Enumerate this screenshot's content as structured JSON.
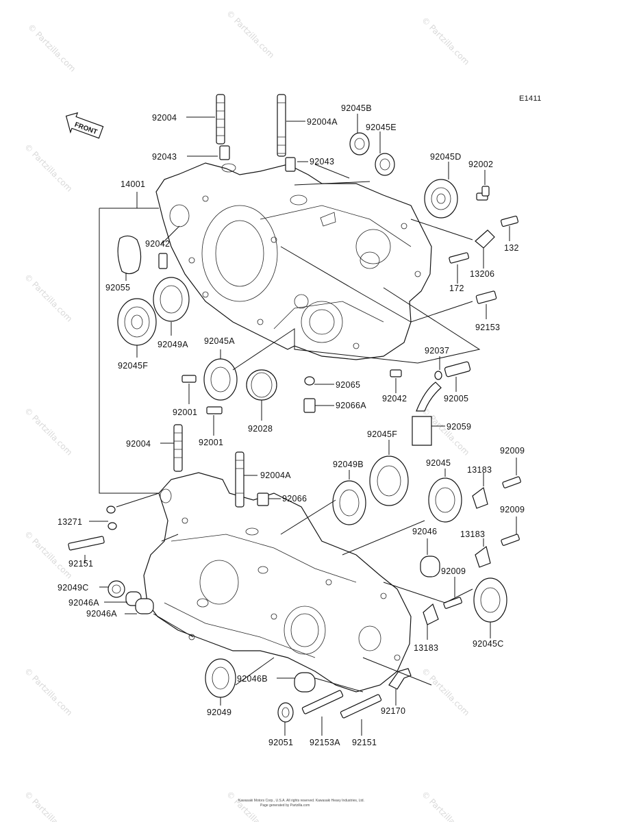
{
  "diagram_code": "E1411",
  "front_label": "FRONT",
  "watermark": "© Partzilla.com",
  "copyright_line1": "Kawasaki Motors Corp., U.S.A. All rights reserved. Kawasaki Heavy Industries, Ltd.",
  "copyright_line2": "Page generated by Partzilla.com",
  "labels": [
    {
      "id": "l1",
      "text": "92004"
    },
    {
      "id": "l2",
      "text": "92004A"
    },
    {
      "id": "l3",
      "text": "92045B"
    },
    {
      "id": "l4",
      "text": "92045E"
    },
    {
      "id": "l5",
      "text": "92043"
    },
    {
      "id": "l6",
      "text": "92043"
    },
    {
      "id": "l7",
      "text": "92045D"
    },
    {
      "id": "l8",
      "text": "92002"
    },
    {
      "id": "l9",
      "text": "14001"
    },
    {
      "id": "l10",
      "text": "132"
    },
    {
      "id": "l11",
      "text": "92042"
    },
    {
      "id": "l12",
      "text": "13206"
    },
    {
      "id": "l13",
      "text": "92055"
    },
    {
      "id": "l14",
      "text": "172"
    },
    {
      "id": "l15",
      "text": "92153"
    },
    {
      "id": "l16",
      "text": "92049A"
    },
    {
      "id": "l17",
      "text": "92045A"
    },
    {
      "id": "l18",
      "text": "92045F"
    },
    {
      "id": "l19",
      "text": "92037"
    },
    {
      "id": "l20",
      "text": "92065"
    },
    {
      "id": "l21",
      "text": "92042"
    },
    {
      "id": "l22",
      "text": "92005"
    },
    {
      "id": "l23",
      "text": "92001"
    },
    {
      "id": "l24",
      "text": "92066A"
    },
    {
      "id": "l25",
      "text": "92028"
    },
    {
      "id": "l26",
      "text": "92001"
    },
    {
      "id": "l27",
      "text": "92059"
    },
    {
      "id": "l28",
      "text": "92004"
    },
    {
      "id": "l29",
      "text": "92045F"
    },
    {
      "id": "l30",
      "text": "92009"
    },
    {
      "id": "l31",
      "text": "92049B"
    },
    {
      "id": "l32",
      "text": "92045"
    },
    {
      "id": "l33",
      "text": "13183"
    },
    {
      "id": "l34",
      "text": "92004A"
    },
    {
      "id": "l35",
      "text": "92066"
    },
    {
      "id": "l36",
      "text": "13271"
    },
    {
      "id": "l37",
      "text": "92009"
    },
    {
      "id": "l38",
      "text": "92046"
    },
    {
      "id": "l39",
      "text": "13183"
    },
    {
      "id": "l40",
      "text": "92151"
    },
    {
      "id": "l41",
      "text": "92009"
    },
    {
      "id": "l42",
      "text": "92049C"
    },
    {
      "id": "l43",
      "text": "92046A"
    },
    {
      "id": "l44",
      "text": "92046A"
    },
    {
      "id": "l45",
      "text": "13183"
    },
    {
      "id": "l46",
      "text": "92045C"
    },
    {
      "id": "l47",
      "text": "92046B"
    },
    {
      "id": "l48",
      "text": "92170"
    },
    {
      "id": "l49",
      "text": "92049"
    },
    {
      "id": "l50",
      "text": "92051"
    },
    {
      "id": "l51",
      "text": "92153A"
    },
    {
      "id": "l52",
      "text": "92151"
    }
  ]
}
